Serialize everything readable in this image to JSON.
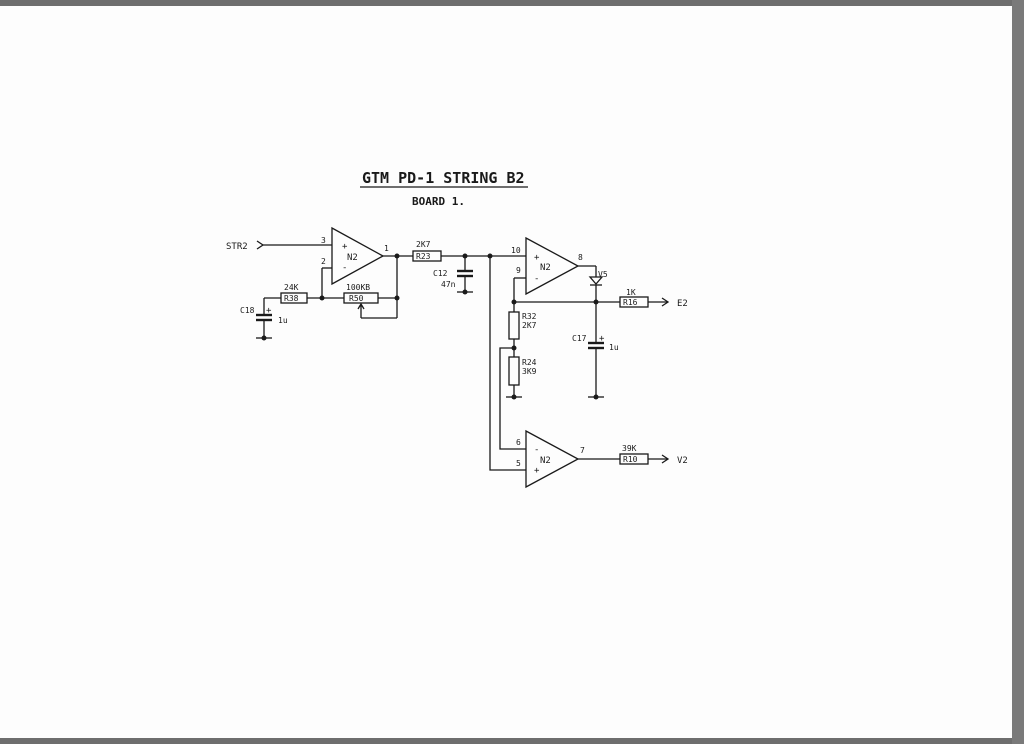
{
  "title": "GTM PD-1 STRING B2",
  "subtitle": "BOARD 1.",
  "signals": {
    "input": "STR2",
    "out_e": "E2",
    "out_v": "V2"
  },
  "opamps": {
    "u1": "N2",
    "u2": "N2",
    "u3": "N2"
  },
  "pins": {
    "u1_in_plus": "3",
    "u1_in_minus": "2",
    "u1_out": "1",
    "u2_in_plus": "10",
    "u2_in_minus": "9",
    "u2_out": "8",
    "u3_in_minus": "6",
    "u3_in_plus": "5",
    "u3_out": "7"
  },
  "signs": {
    "plus": "+",
    "minus": "-"
  },
  "components": {
    "r38": {
      "ref": "R38",
      "value": "24K"
    },
    "r50": {
      "ref": "R50",
      "value": "100KB"
    },
    "r23": {
      "ref": "R23",
      "value": "2K7"
    },
    "r16": {
      "ref": "R16",
      "value": "1K"
    },
    "r32": {
      "ref": "R32",
      "value": "2K7"
    },
    "r24": {
      "ref": "R24",
      "value": "3K9"
    },
    "r10": {
      "ref": "R10",
      "value": "39K"
    },
    "c18": {
      "ref": "C18",
      "value": "1u"
    },
    "c12": {
      "ref": "C12",
      "value": "47n"
    },
    "c17": {
      "ref": "C17",
      "value": "1u"
    },
    "v5": {
      "ref": "V5"
    }
  }
}
